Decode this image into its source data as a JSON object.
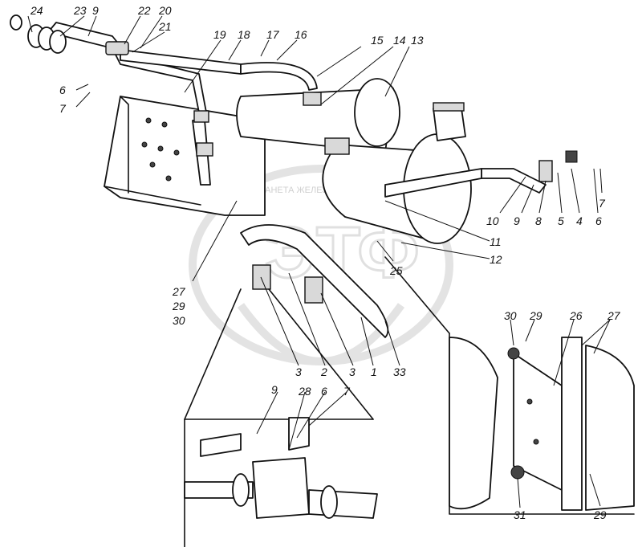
{
  "diagram": {
    "watermark_text": "ПЛАНЕТА ЖЕЛЕЗЯКА",
    "watermark_letters": "ЭТФ",
    "callouts": [
      "24",
      "23",
      "9",
      "22",
      "20",
      "21",
      "19",
      "18",
      "17",
      "16",
      "15",
      "14",
      "13",
      "6",
      "7",
      "10",
      "9",
      "8",
      "5",
      "4",
      "6",
      "7",
      "11",
      "12",
      "25",
      "27",
      "29",
      "30",
      "3",
      "2",
      "3",
      "1",
      "33",
      "9",
      "28",
      "6",
      "7",
      "30",
      "29",
      "26",
      "27",
      "31",
      "29"
    ]
  }
}
